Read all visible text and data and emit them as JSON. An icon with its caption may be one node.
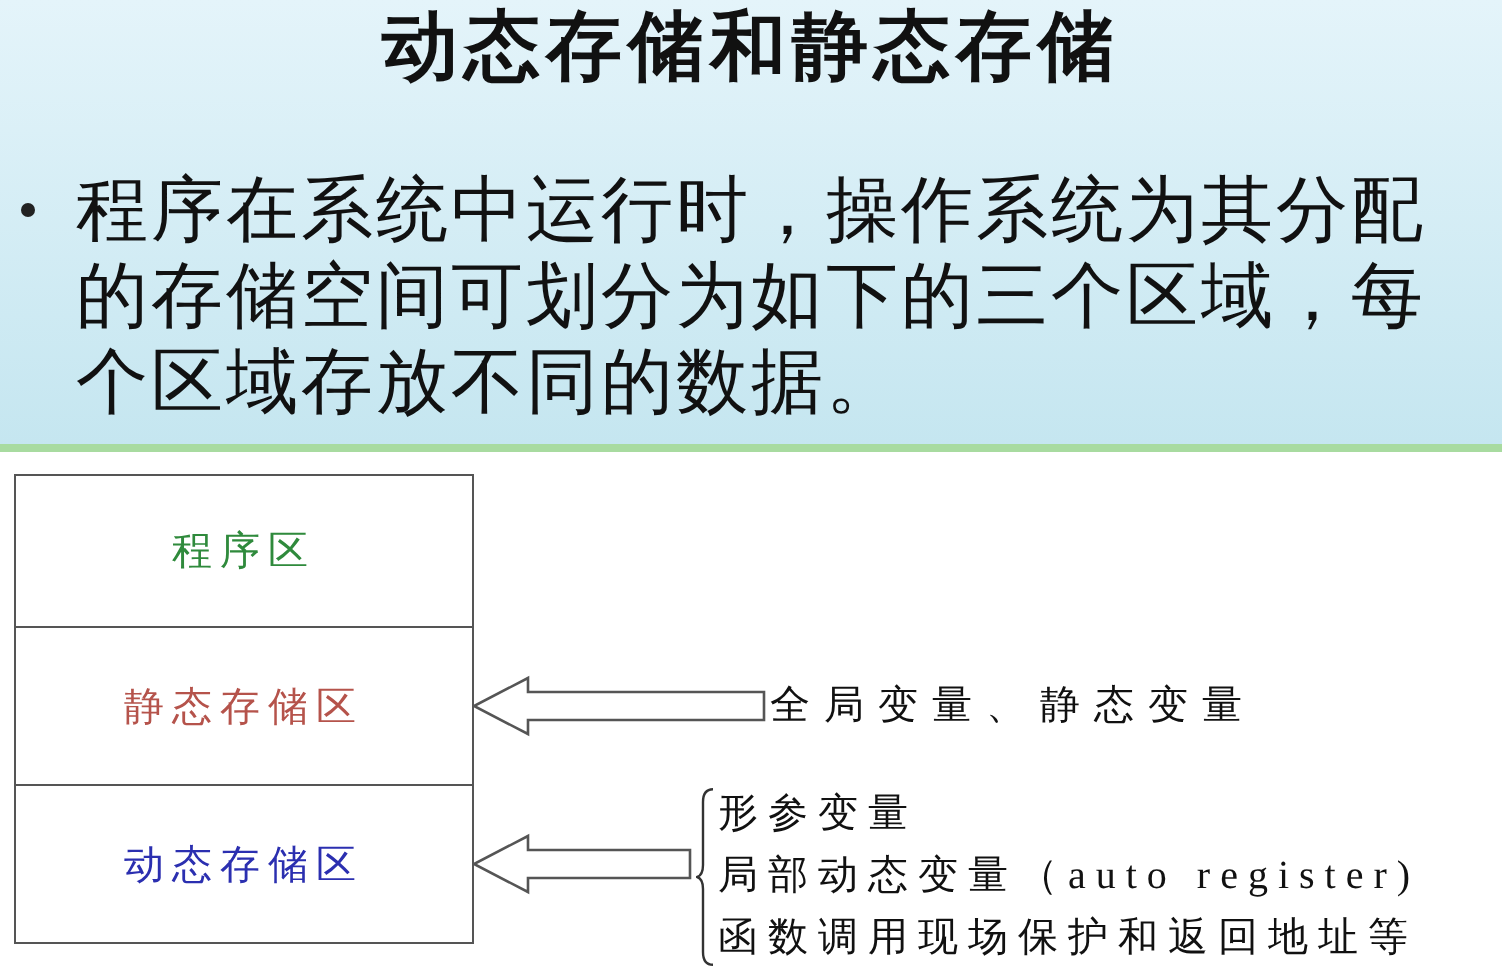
{
  "diagram": {
    "title": "动态存储和静态存储",
    "nodes": [
      {
        "text": [
          "程序区"
        ]
      },
      {
        "text": [
          "静态存储区"
        ]
      },
      {
        "text": [
          "动态存储区"
        ]
      },
      {
        "text": [
          "全局变量、静态变量"
        ]
      },
      {
        "text": [
          "形参变量",
          "局部动态变量（auto register)",
          "函数调用现场保护和返回地址等"
        ]
      }
    ],
    "edges": [
      {
        "from": 3,
        "to": 1,
        "arrow": "to"
      },
      {
        "from": 4,
        "to": 2,
        "arrow": "to"
      }
    ],
    "labels": [
      "程序在系统中运行时，操作系统为其分配的存储空间可划分为如下的三个区域，每个区域存放不同的数据。"
    ]
  }
}
